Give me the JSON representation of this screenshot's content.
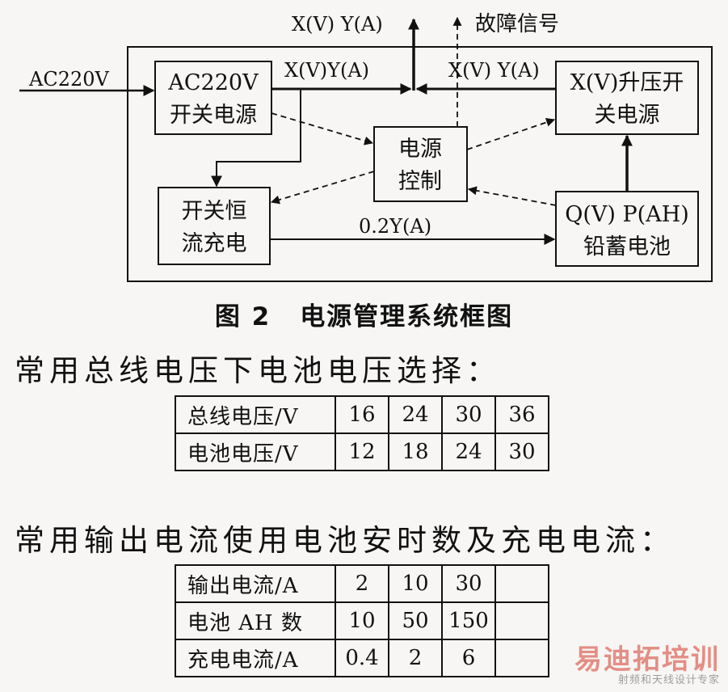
{
  "diagram": {
    "input_label": "AC220V",
    "top_output": "X(V) Y(A)",
    "fault_signal": "故障信号",
    "left_bus_label": "X(V)Y(A)",
    "right_bus_label": "X(V) Y(A)",
    "charge_label": "0.2Y(A)",
    "blocks": {
      "smps": [
        "AC220V",
        "开关电源"
      ],
      "boost": [
        "X(V)升压开",
        "关电源"
      ],
      "control": [
        "电源",
        "控制"
      ],
      "charger": [
        "开关恒",
        "流充电"
      ],
      "battery": [
        "Q(V) P(AH)",
        "铅蓄电池"
      ]
    }
  },
  "caption": {
    "number": "图 2",
    "title": "电源管理系统框图"
  },
  "section1": {
    "heading": "常用总线电压下电池电压选择：",
    "rows": [
      {
        "label": "总线电压/V",
        "values": [
          "16",
          "24",
          "30",
          "36"
        ]
      },
      {
        "label": "电池电压/V",
        "values": [
          "12",
          "18",
          "24",
          "30"
        ]
      }
    ]
  },
  "section2": {
    "heading": "常用输出电流使用电池安时数及充电电流：",
    "rows": [
      {
        "label": "输出电流/A",
        "values": [
          "2",
          "10",
          "30",
          ""
        ]
      },
      {
        "label": "电池 AH 数",
        "values": [
          "10",
          "50",
          "150",
          ""
        ]
      },
      {
        "label": "充电电流/A",
        "values": [
          "0.4",
          "2",
          "6",
          ""
        ]
      }
    ]
  },
  "watermark": {
    "main": "易迪拓培训",
    "sub": "射频和天线设计专家"
  }
}
